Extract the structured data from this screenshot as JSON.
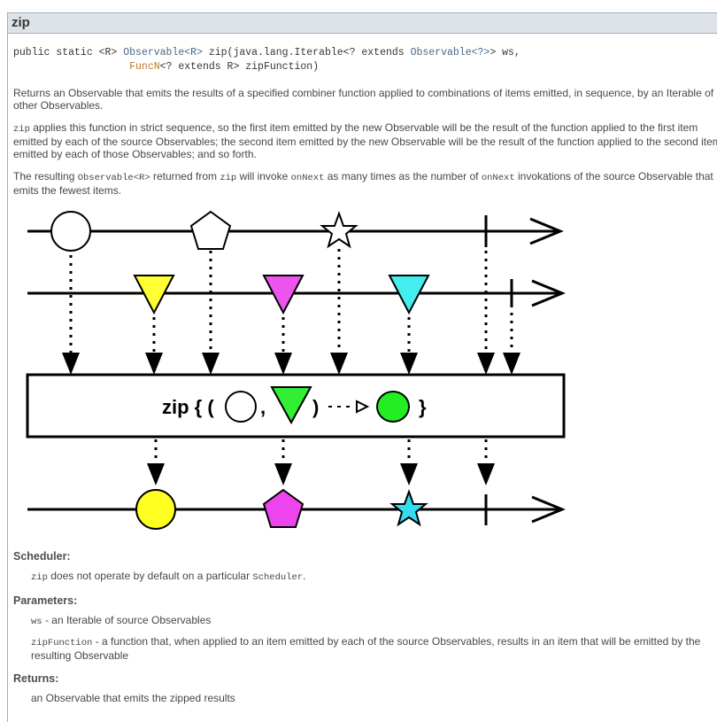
{
  "method": {
    "name": "zip",
    "signature": {
      "line1_a": "public static <R> ",
      "line1_type": "Observable<R>",
      "line1_b": " zip(java.lang.Iterable<? extends ",
      "line1_type2": "Observable<?>",
      "line1_c": "> ws,",
      "line2_type": "FuncN",
      "line2_rest": "<? extends R> zipFunction)"
    },
    "desc1": "Returns an Observable that emits the results of a specified combiner function applied to combinations of items emitted, in sequence, by an Iterable of other Observables.",
    "desc2_code": "zip",
    "desc2": " applies this function in strict sequence, so the first item emitted by the new Observable will be the result of the function applied to the first item emitted by each of the source Observables; the second item emitted by the new Observable will be the result of the function applied to the second item emitted by each of those Observables; and so forth.",
    "desc3": {
      "a": "The resulting ",
      "c1": "Observable<R>",
      "b": " returned from ",
      "c2": "zip",
      "c": " will invoke ",
      "c3": "onNext",
      "d": " as many times as the number of ",
      "c4": "onNext",
      "e": " invokations of the source Observable that emits the fewest items."
    },
    "diagram": {
      "label": "zip { (",
      "comma": ",",
      "close": ")",
      "end": "}"
    },
    "scheduler": {
      "label": "Scheduler:",
      "code": "zip",
      "text": " does not operate by default on a particular ",
      "code2": "Scheduler",
      "end": "."
    },
    "parameters": {
      "label": "Parameters:",
      "items": [
        {
          "name": "ws",
          "desc": " - an Iterable of source Observables"
        },
        {
          "name": "zipFunction",
          "desc": " - a function that, when applied to an item emitted by each of the source Observables, results in an item that will be emitted by the resulting Observable"
        }
      ]
    },
    "returns": {
      "label": "Returns:",
      "text": "an Observable that emits the zipped results"
    }
  }
}
